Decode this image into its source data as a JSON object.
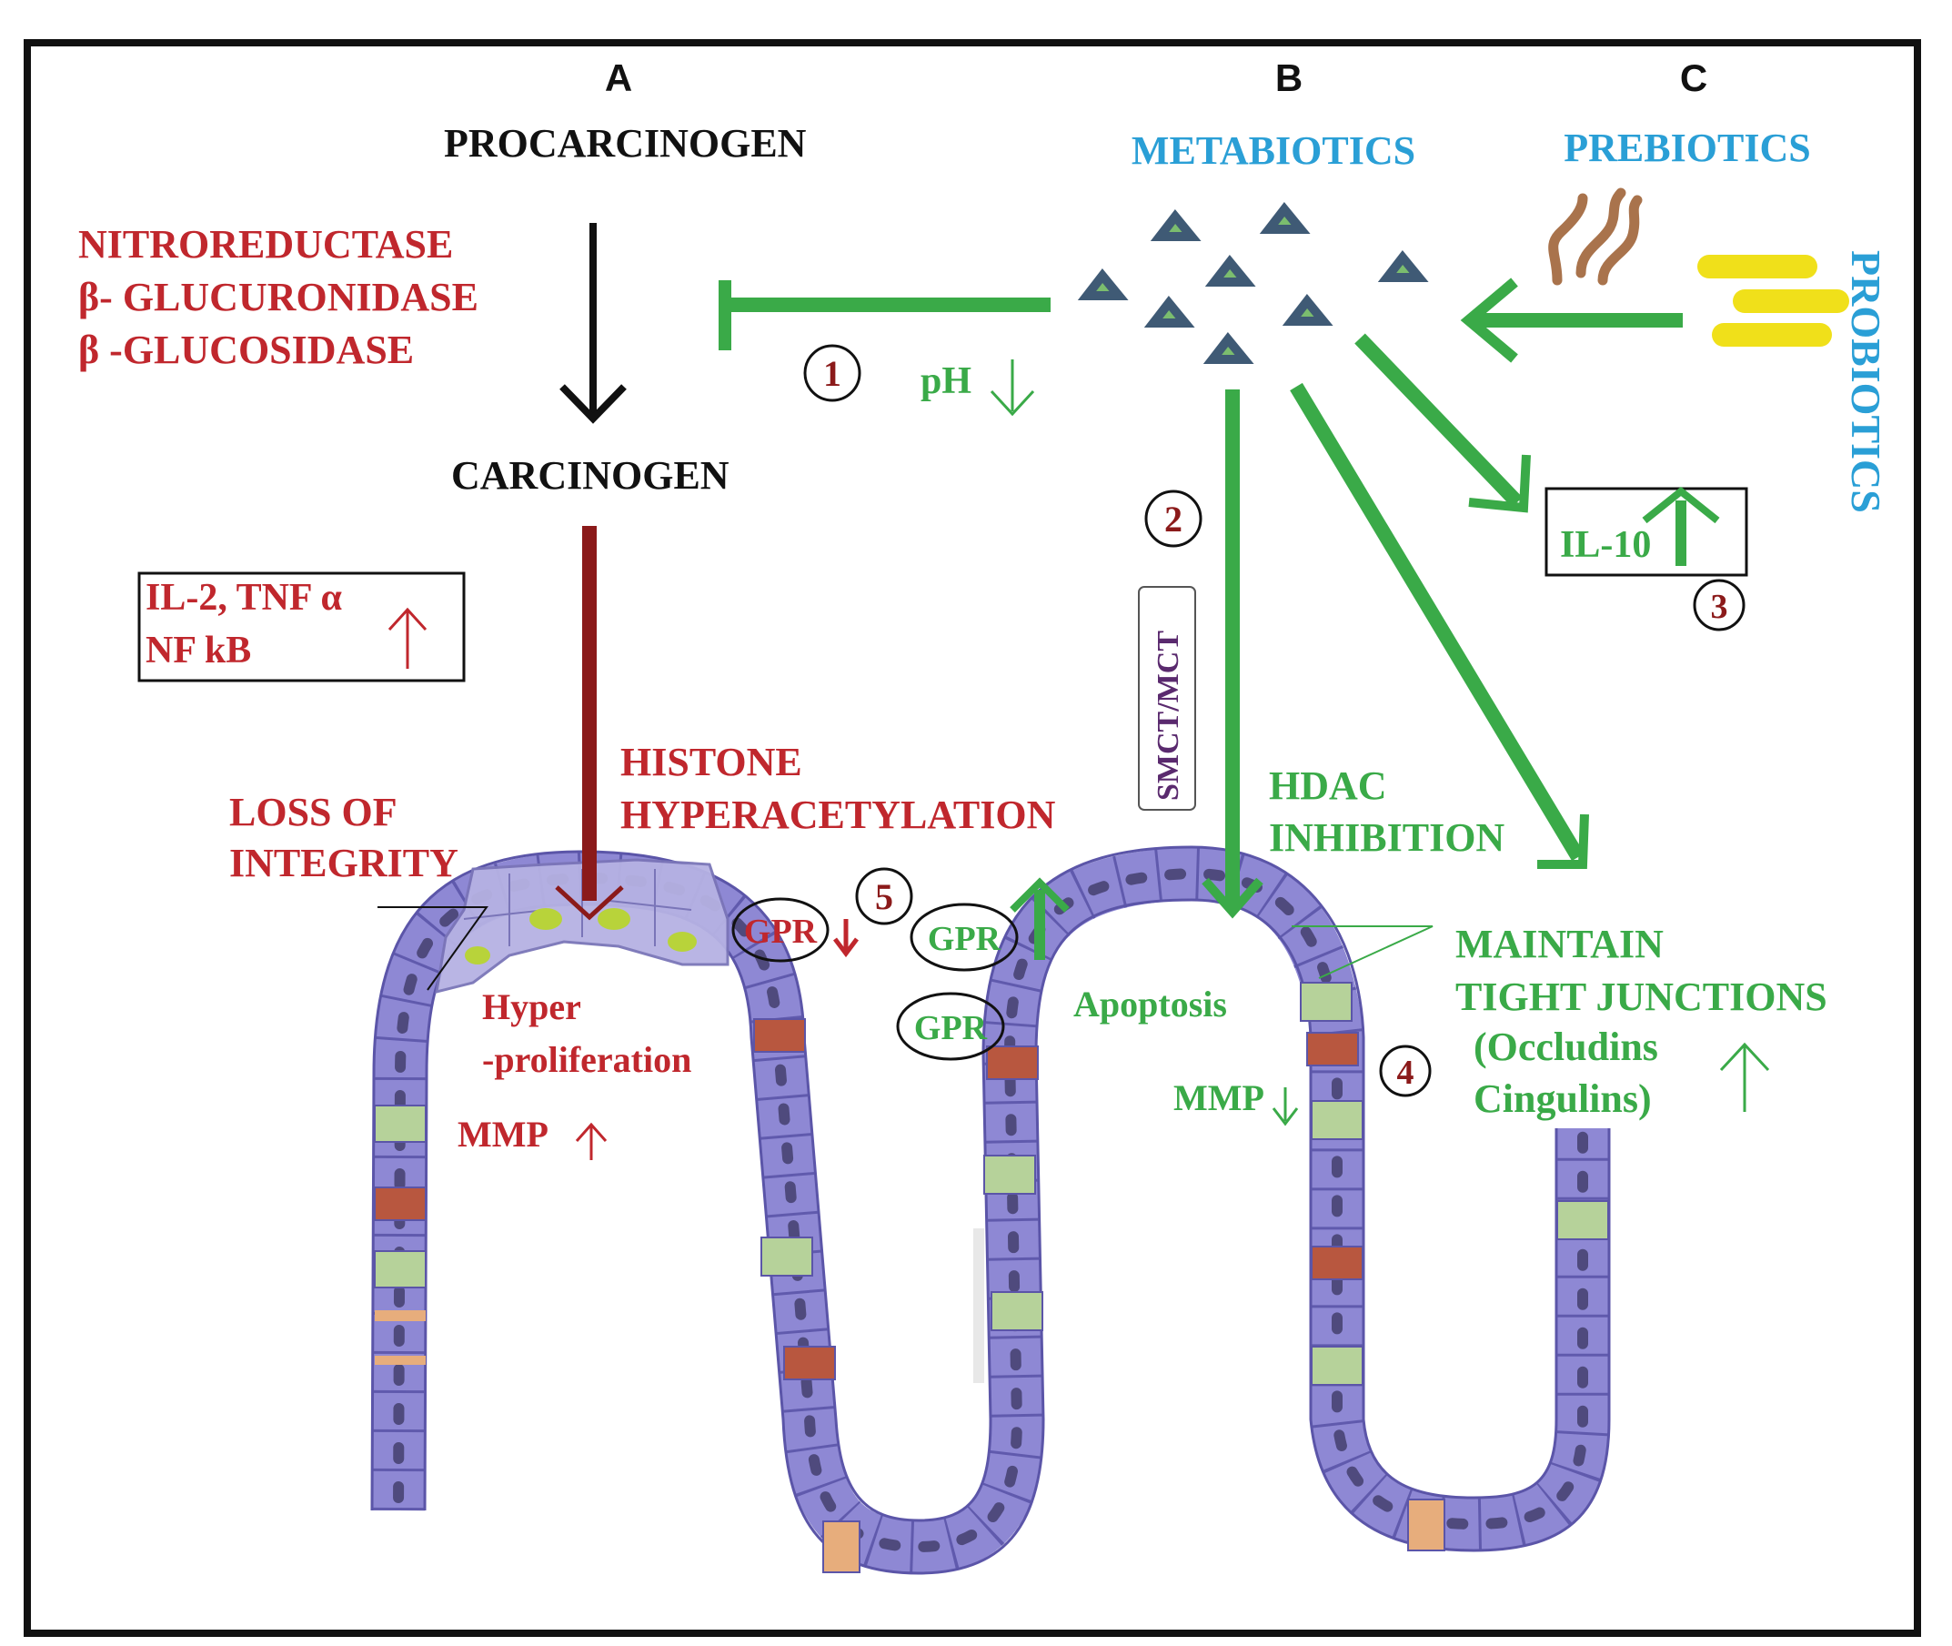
{
  "panels": {
    "a": "A",
    "b": "B",
    "c": "C"
  },
  "panel_a": {
    "procarcinogen": "PROCARCINOGEN",
    "enzymes": [
      "NITROREDUCTASE",
      "β- GLUCURONIDASE",
      "β -GLUCOSIDASE"
    ],
    "carcinogen": "CARCINOGEN",
    "cytokines": [
      "IL-2, TNF α",
      "NF kB"
    ],
    "loss_of_integrity": [
      "LOSS OF",
      "INTEGRITY"
    ],
    "histone": [
      "HISTONE",
      "HYPERACETYLATION"
    ],
    "hyperproliferation": [
      "Hyper",
      "-proliferation"
    ],
    "mmp_up": "MMP",
    "gpr_down": "GPR"
  },
  "panel_b": {
    "metabiotics": "METABIOTICS",
    "ph": "pH",
    "transporter": "SMCT/MCT",
    "hdac": [
      "HDAC",
      "INHIBITION"
    ],
    "gpr_up": "GPR",
    "gpr_2": "GPR",
    "apoptosis": "Apoptosis",
    "mmp_down": "MMP",
    "maintain": [
      "MAINTAIN",
      "TIGHT JUNCTIONS",
      "(Occludins",
      "Cingulins)"
    ],
    "il10": "IL-10"
  },
  "panel_c": {
    "prebiotics": "PREBIOTICS",
    "probiotics": "PROBIOTICS"
  },
  "steps": [
    "1",
    "2",
    "3",
    "4",
    "5"
  ],
  "colors": {
    "red": "#c0272d",
    "darkred": "#8b1a1a",
    "green": "#3aaa48",
    "blue": "#2a9fd6",
    "black": "#111111",
    "triangle": "#3f5a75",
    "triangle_inner": "#7bbd6e",
    "cell": "#8e88d4",
    "cell_green": "#b6d29a",
    "cell_brown": "#b8573f",
    "cell_orange": "#e7ad7c",
    "prebiotic": "#a9734c",
    "probiotic": "#f0e01a"
  }
}
